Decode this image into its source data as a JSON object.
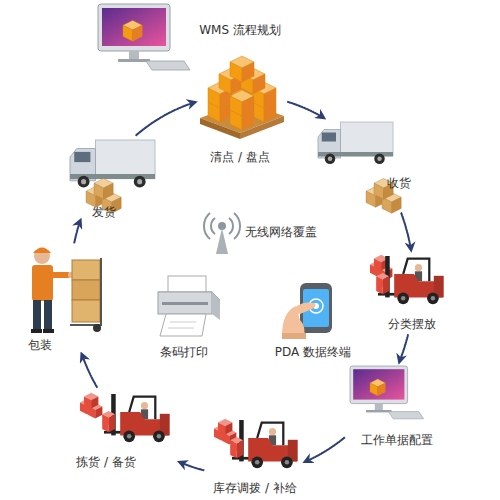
{
  "diagram": {
    "nodes": [
      {
        "text": [
          "清点 / 盘点"
        ]
      },
      {
        "text": [
          "收货"
        ]
      },
      {
        "text": [
          "分类摆放"
        ]
      },
      {
        "text": [
          "工作单据配置"
        ]
      },
      {
        "text": [
          "库存调拨 / 补给"
        ]
      },
      {
        "text": [
          "拣货 / 备货"
        ]
      },
      {
        "text": [
          "包装"
        ]
      },
      {
        "text": [
          "发货"
        ]
      }
    ],
    "edges": [
      {
        "from": 0,
        "to": 1,
        "arrow": "to"
      },
      {
        "from": 1,
        "to": 2,
        "arrow": "to"
      },
      {
        "from": 2,
        "to": 3,
        "arrow": "to"
      },
      {
        "from": 3,
        "to": 4,
        "arrow": "to"
      },
      {
        "from": 4,
        "to": 5,
        "arrow": "to"
      },
      {
        "from": 5,
        "to": 6,
        "arrow": "to"
      },
      {
        "from": 6,
        "to": 7,
        "arrow": "to"
      },
      {
        "from": 7,
        "to": 0,
        "arrow": "to"
      }
    ],
    "labels": [
      "WMS 流程规划",
      "无线网络覆盖",
      "条码打印",
      "PDA 数据终端"
    ]
  }
}
